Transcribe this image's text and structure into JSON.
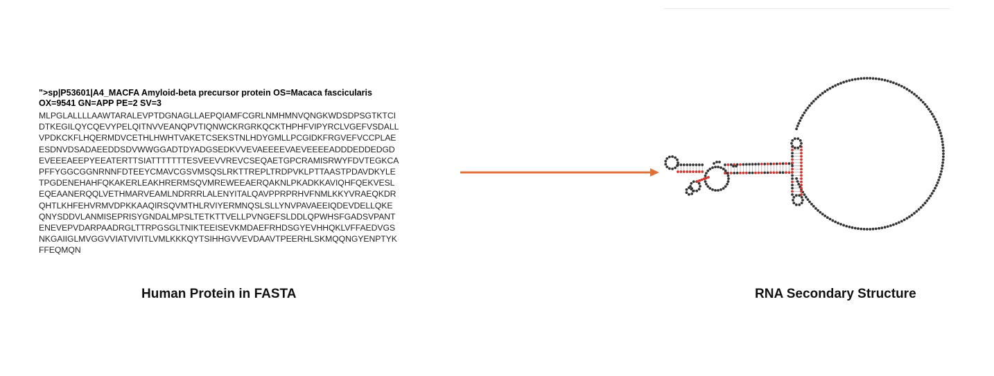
{
  "fasta": {
    "header_lines": [
      "\">sp|P53601|A4_MACFA Amyloid-beta precursor protein OS=Macaca fascicularis",
      "OX=9541 GN=APP PE=2 SV=3"
    ],
    "sequence_lines": [
      "MLPGLALLLLAAWTARALEVPTDGNAGLLAEPQIAMFCGRLNMHMNVQNGKWDSDPSGTKTCI",
      "DTKEGILQYCQEVYPELQITNVVEANQPVTIQNWCKRGRKQCKTHPHFVIPYRCLVGEFVSDALL",
      "VPDKCKFLHQERMDVCETHLHWHTVAKETCSEKSTNLHDYGMLLPCGIDKFRGVEFVCCPLAE",
      "ESDNVDSADAEEDDSDVWWGGADTDYADGSEDKVVEVAEEEEVAEVEEEEADDDEDDEDGD",
      "EVEEEAEEPYEEATERTTSIATTTTTTTESVEEVVREVCSEQAETGPCRAMISRWYFDVTEGKCA",
      "PFFYGGCGGNRNNFDTEEYCMAVCGSVMSQSLRKTTREPLTRDPVKLPTTAASTPDAVDKYLE",
      "TPGDENEHAHFQKAKERLEAKHRERMSQVMREWEEAERQAKNLPKADKKAVIQHFQEKVESL",
      "EQEAANERQQLVETHMARVEAMLNDRRRLALENYITALQAVPPRPRHVFNMLKKYVRAEQKDR",
      "QHTLKHFEHVRMVDPKKAAQIRSQVMTHLRVIYERMNQSLSLLYNVPAVAEEIQDEVDELLQKE",
      "QNYSDDVLANMISEPRISYGNDALMPSLTETKTTVELLPVNGEFSLDDLQPWHSFGADSVPANT",
      "ENEVEPVDARPAADRGLTTRPGSGLTNIKTEEISEVKMDAEFRHDSGYEVHHQKLVFFAEDVGS",
      "NKGAIIGLMVGGVVIATVIVITLVMLKKKQYTSIHHGVVEVDAAVTPEERHLSKMQQNGYENPTYK",
      "FFEQMQN"
    ]
  },
  "captions": {
    "left": "Human Protein in FASTA",
    "right": "RNA Secondary Structure"
  },
  "arrow": {
    "color": "#E0703A"
  },
  "rna": {
    "paired_color": "#D0362F",
    "unpaired_color": "#333333"
  }
}
